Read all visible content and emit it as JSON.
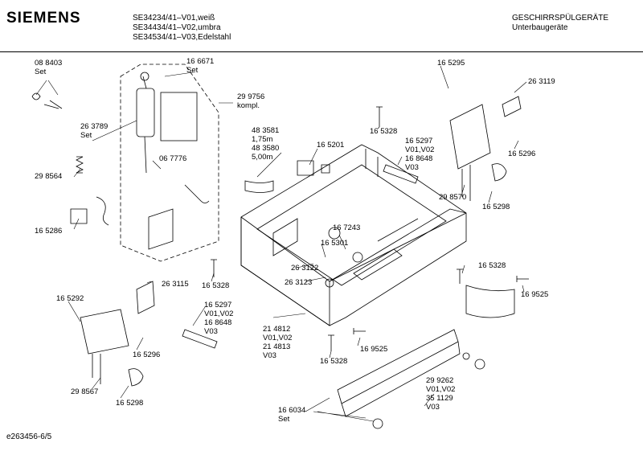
{
  "header": {
    "brand": "SIEMENS",
    "models": [
      "SE34234/41–V01,weiß",
      "SE34434/41–V02,umbra",
      "SE34534/41–V03,Edelstahl"
    ],
    "category": "GESCHIRRSPÜLGERÄTE",
    "subcategory": "Unterbaugeräte"
  },
  "footer": {
    "drawing_id": "e263456-6/5"
  },
  "labels": {
    "p088403": [
      "08 8403",
      "Set"
    ],
    "p166671": [
      "16 6671",
      "Set"
    ],
    "p299756": [
      "29 9756",
      "kompl."
    ],
    "p263789": [
      "26 3789",
      "Set"
    ],
    "p067776": [
      "06 7776"
    ],
    "p298564": [
      "29 8564"
    ],
    "p165286": [
      "16 5286"
    ],
    "p483581": [
      "48 3581",
      "1,75m",
      "48 3580",
      "5,00m"
    ],
    "p165201": [
      "16 5201"
    ],
    "p165328a": [
      "16 5328"
    ],
    "p165295": [
      "16 5295"
    ],
    "p263119": [
      "26 3119"
    ],
    "p165297a": [
      "16 5297",
      "V01,V02",
      "16 8648",
      "V03"
    ],
    "p165296a": [
      "16 5296"
    ],
    "p298570": [
      "29 8570"
    ],
    "p165298a": [
      "16 5298"
    ],
    "p167243": [
      "16 7243"
    ],
    "p165301": [
      "16 5301"
    ],
    "p263122": [
      "26 3122"
    ],
    "p263123": [
      "26 3123"
    ],
    "p165328b": [
      "16 5328"
    ],
    "p165328c": [
      "16 5328"
    ],
    "p169525a": [
      "16 9525"
    ],
    "p263115": [
      "26 3115"
    ],
    "p165292": [
      "16 5292"
    ],
    "p165297b": [
      "16 5297",
      "V01,V02",
      "16 8648",
      "V03"
    ],
    "p165296b": [
      "16 5296"
    ],
    "p298567": [
      "29 8567"
    ],
    "p165298b": [
      "16 5298"
    ],
    "p214812": [
      "21 4812",
      "V01,V02",
      "21 4813",
      "V03"
    ],
    "p169525b": [
      "16 9525"
    ],
    "p165328d": [
      "16 5328"
    ],
    "p299262": [
      "29 9262",
      "V01,V02",
      "35 1129",
      "V03"
    ],
    "p166034": [
      "16 6034",
      "Set"
    ]
  }
}
